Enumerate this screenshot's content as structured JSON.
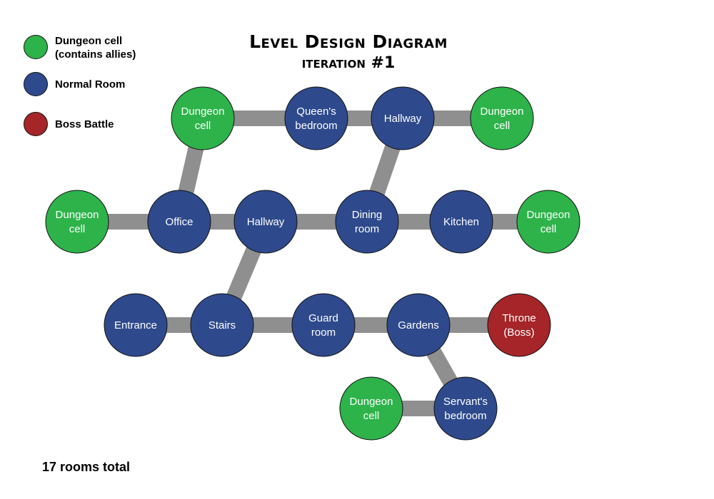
{
  "title": "Level Design Diagram",
  "subtitle": "iteration #1",
  "legend": [
    {
      "label": "Dungeon cell\n(contains allies)",
      "color": "#2db34a"
    },
    {
      "label": "Normal Room",
      "color": "#2e4a8c"
    },
    {
      "label": "Boss Battle",
      "color": "#a52528"
    }
  ],
  "footer": "17 rooms total",
  "connector_color": "#8f8f8f",
  "nodes": [
    {
      "id": "cell-top-left",
      "lines": [
        "Dungeon",
        "cell"
      ],
      "kind": "cell"
    },
    {
      "id": "queens-bedroom",
      "lines": [
        "Queen's",
        "bedroom"
      ],
      "kind": "room"
    },
    {
      "id": "hallway-top",
      "lines": [
        "Hallway"
      ],
      "kind": "room"
    },
    {
      "id": "cell-top-right",
      "lines": [
        "Dungeon",
        "cell"
      ],
      "kind": "cell"
    },
    {
      "id": "cell-left",
      "lines": [
        "Dungeon",
        "cell"
      ],
      "kind": "cell"
    },
    {
      "id": "office",
      "lines": [
        "Office"
      ],
      "kind": "room"
    },
    {
      "id": "hallway-mid",
      "lines": [
        "Hallway"
      ],
      "kind": "room"
    },
    {
      "id": "dining-room",
      "lines": [
        "Dining",
        "room"
      ],
      "kind": "room"
    },
    {
      "id": "kitchen",
      "lines": [
        "Kitchen"
      ],
      "kind": "room"
    },
    {
      "id": "cell-right",
      "lines": [
        "Dungeon",
        "cell"
      ],
      "kind": "cell"
    },
    {
      "id": "entrance",
      "lines": [
        "Entrance"
      ],
      "kind": "room"
    },
    {
      "id": "stairs",
      "lines": [
        "Stairs"
      ],
      "kind": "room"
    },
    {
      "id": "guard-room",
      "lines": [
        "Guard",
        "room"
      ],
      "kind": "room"
    },
    {
      "id": "gardens",
      "lines": [
        "Gardens"
      ],
      "kind": "room"
    },
    {
      "id": "throne",
      "lines": [
        "Throne",
        "(Boss)"
      ],
      "kind": "boss"
    },
    {
      "id": "cell-bottom",
      "lines": [
        "Dungeon",
        "cell"
      ],
      "kind": "cell"
    },
    {
      "id": "servants-bedroom",
      "lines": [
        "Servant's",
        "bedroom"
      ],
      "kind": "room"
    }
  ],
  "edges": [
    [
      "cell-top-left",
      "queens-bedroom"
    ],
    [
      "queens-bedroom",
      "hallway-top"
    ],
    [
      "hallway-top",
      "cell-top-right"
    ],
    [
      "cell-top-left",
      "office"
    ],
    [
      "hallway-top",
      "dining-room"
    ],
    [
      "cell-left",
      "office"
    ],
    [
      "office",
      "hallway-mid"
    ],
    [
      "hallway-mid",
      "dining-room"
    ],
    [
      "dining-room",
      "kitchen"
    ],
    [
      "kitchen",
      "cell-right"
    ],
    [
      "hallway-mid",
      "stairs"
    ],
    [
      "entrance",
      "stairs"
    ],
    [
      "stairs",
      "guard-room"
    ],
    [
      "guard-room",
      "gardens"
    ],
    [
      "gardens",
      "throne"
    ],
    [
      "gardens",
      "servants-bedroom"
    ],
    [
      "cell-bottom",
      "servants-bedroom"
    ]
  ]
}
